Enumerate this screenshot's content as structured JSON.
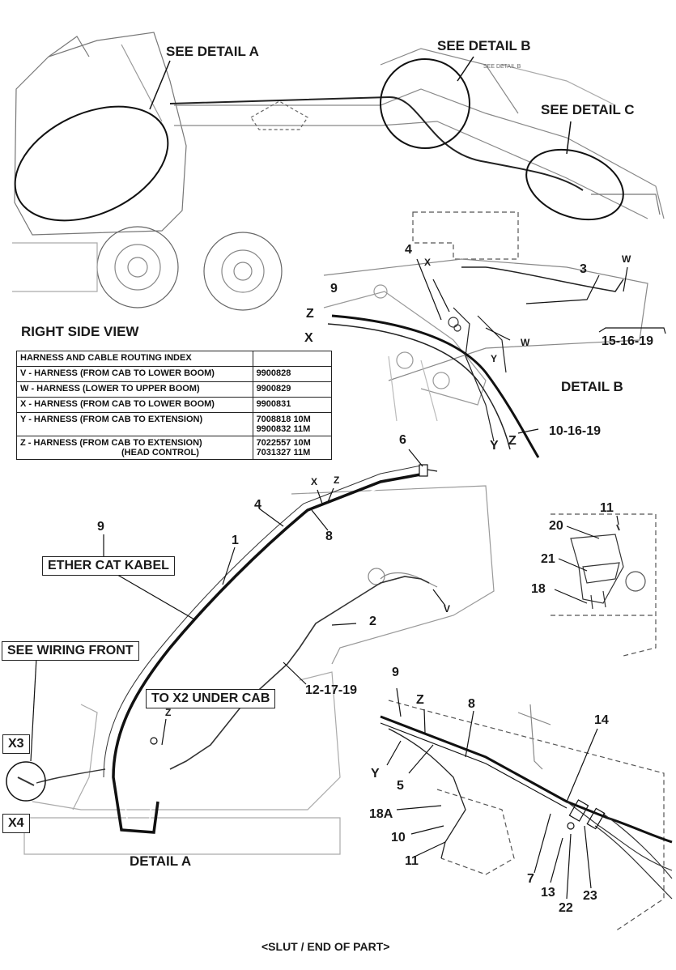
{
  "callouts": {
    "detail_a": "SEE DETAIL A",
    "detail_b": "SEE DETAIL B",
    "detail_b_small": "SEE DETAIL B",
    "detail_c": "SEE DETAIL C",
    "right_side_view": "RIGHT SIDE VIEW",
    "detail_b_title": "DETAIL B",
    "detail_a_title": "DETAIL A",
    "ether_cat": "ETHER CAT KABEL",
    "wiring_front": "SEE WIRING FRONT",
    "to_x2": "TO X2 UNDER CAB",
    "end_of_part": "<SLUT / END OF PART>"
  },
  "table": {
    "header": "HARNESS AND CABLE ROUTING INDEX",
    "rows": [
      {
        "label": "V - HARNESS (FROM CAB TO LOWER BOOM)",
        "part_line1": "9900828",
        "part_line2": ""
      },
      {
        "label": "W - HARNESS (LOWER TO UPPER BOOM)",
        "part_line1": "9900829",
        "part_line2": ""
      },
      {
        "label": "X - HARNESS (FROM CAB TO LOWER BOOM)",
        "part_line1": "9900831",
        "part_line2": ""
      },
      {
        "label": "Y - HARNESS (FROM CAB TO EXTENSION)",
        "part_line1": "7008818 10M",
        "part_line2": "9900832 11M"
      },
      {
        "label": "Z - HARNESS  (FROM CAB TO EXTENSION)",
        "label_line2": "(HEAD CONTROL)",
        "part_line1": "7022557 10M",
        "part_line2": "7031327 11M"
      }
    ]
  },
  "detail_b_labels": {
    "n4": "4",
    "x1": "X",
    "n3": "3",
    "w1": "W",
    "n9": "9",
    "z": "Z",
    "x2": "X",
    "w2": "W",
    "y1": "Y",
    "ref1": "15-16-19",
    "y2": "Y",
    "z2": "Z",
    "ref2": "10-16-19"
  },
  "detail_a_labels": {
    "n6": "6",
    "x": "X",
    "z": "Z",
    "n4": "4",
    "n9": "9",
    "n1": "1",
    "n8": "8",
    "v": "V",
    "n2": "2",
    "ref": "12-17-19",
    "z_small": "Z",
    "x3": "X3",
    "x4": "X4"
  },
  "bracket_labels": {
    "n11": "11",
    "n20": "20",
    "n21": "21",
    "n18": "18"
  },
  "lower_labels": {
    "n9": "9",
    "z": "Z",
    "n8": "8",
    "n14": "14",
    "y": "Y",
    "n5": "5",
    "n18a": "18A",
    "n10": "10",
    "n11": "11",
    "n7": "7",
    "n13": "13",
    "n22": "22",
    "n23": "23"
  }
}
